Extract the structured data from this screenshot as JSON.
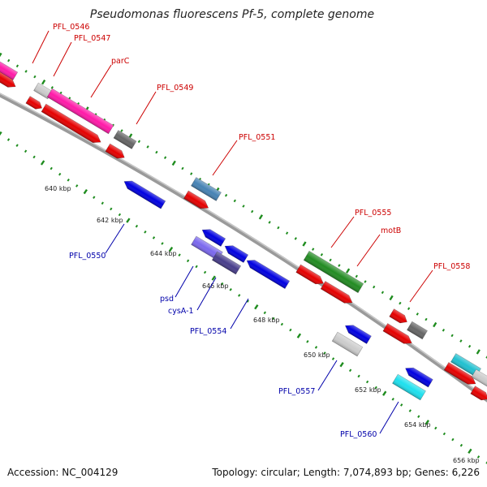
{
  "title": "Pseudomonas fluorescens Pf-5, complete genome",
  "footer": {
    "accession": "Accession: NC_004129",
    "summary": "Topology: circular; Length: 7,074,893 bp; Genes: 6,226"
  },
  "colors": {
    "forward": "#e50000",
    "reverse": "#0000e0",
    "backbone": "#888888",
    "dots": "#1e8c1e",
    "label_top": "#cc0000",
    "label_bottom": "#0000aa"
  },
  "features": {
    "top": [
      "PFL_0546",
      "PFL_0547",
      "parC",
      "PFL_0549",
      "PFL_0551",
      "PFL_0555",
      "motB",
      "PFL_0558"
    ],
    "bottom": [
      "PFL_0550",
      "psd",
      "cysA-1",
      "PFL_0554",
      "PFL_0557",
      "PFL_0560"
    ]
  },
  "ticks": [
    "640 kbp",
    "642 kbp",
    "644 kbp",
    "646 kbp",
    "648 kbp",
    "650 kbp",
    "652 kbp",
    "654 kbp",
    "656 kbp"
  ]
}
